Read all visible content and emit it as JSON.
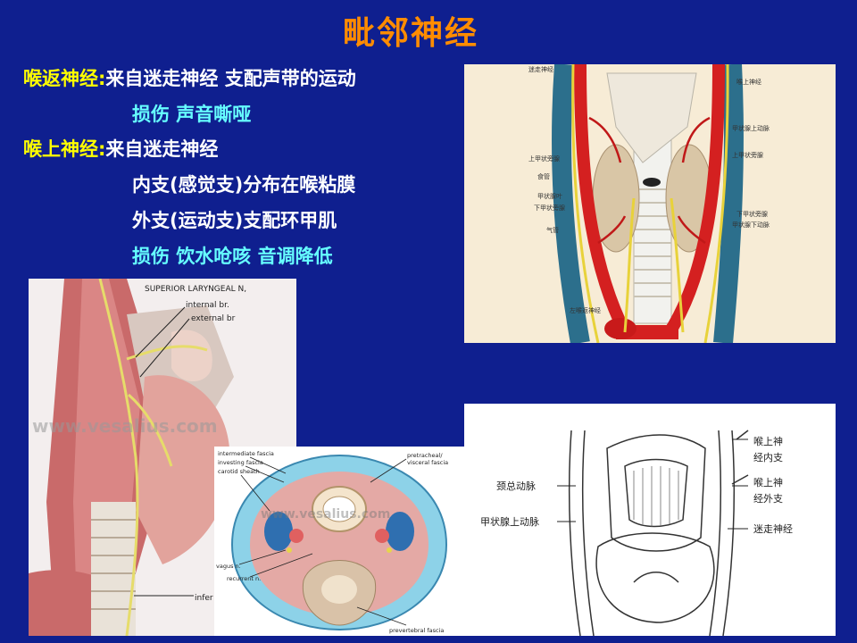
{
  "title": "毗邻神经",
  "lines": [
    {
      "label": "喉返神经",
      "sep": ":",
      "text": "来自迷走神经 支配声带的运动"
    },
    {
      "text": "损伤 声音嘶哑"
    },
    {
      "label": "喉上神经",
      "sep": ":",
      "text": "来自迷走神经"
    },
    {
      "text": "内支(感觉支)分布在喉粘膜"
    },
    {
      "text": "外支(运动支)支配环甲肌"
    },
    {
      "text": "损伤 饮水呛咳 音调降低"
    }
  ],
  "fig_topright": {
    "labels_left": [
      "迷走神经",
      "上甲状旁腺",
      "食管",
      "甲状腺叶",
      "下甲状旁腺",
      "气管",
      "左喉返神经"
    ],
    "labels_right": [
      "喉上神经",
      "甲状腺上动脉",
      "上甲状旁腺",
      "下甲状旁腺",
      "甲状腺下动脉"
    ]
  },
  "fig_left": {
    "heading": "SUPERIOR LARYNGEAL N,",
    "labels": [
      "internal br.",
      "external br",
      "infer"
    ],
    "watermark": "www.vesalius.com"
  },
  "fig_middle": {
    "labels": [
      "intermediate fascia",
      "investing fascia",
      "carotid sheath",
      "vagus n.",
      "recurrent n.",
      "pretracheal/",
      "visceral fascia",
      "prevertebral fascia"
    ],
    "watermark": "www.vesalius.com"
  },
  "fig_bottomright": {
    "labels_left": [
      "颈总动脉",
      "甲状腺上动脉"
    ],
    "labels_right": [
      "喉上神",
      "经内支",
      "喉上神",
      "经外支",
      "迷走神经"
    ]
  }
}
